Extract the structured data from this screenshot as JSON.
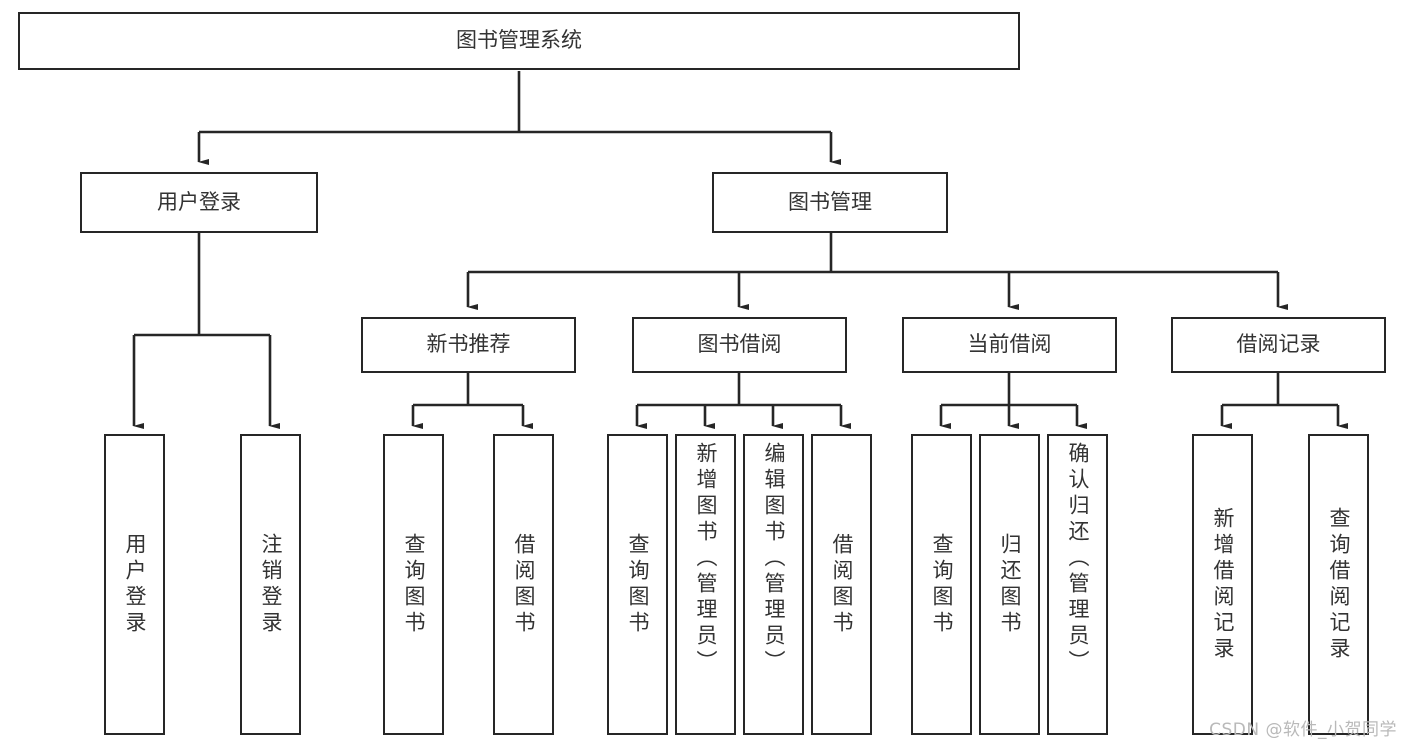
{
  "diagram": {
    "type": "tree-hierarchy",
    "title": "图书管理系统",
    "watermark": "CSDN @软件_小贺同学",
    "colors": {
      "stroke": "#262626",
      "text": "#333333",
      "background": "#ffffff",
      "watermark": "#b9b9b9"
    },
    "root": {
      "id": "root",
      "label": "图书管理系统"
    },
    "level1": [
      {
        "id": "user-login",
        "label": "用户登录"
      },
      {
        "id": "book-management",
        "label": "图书管理"
      }
    ],
    "level2": [
      {
        "id": "new-book-recommend",
        "label": "新书推荐",
        "parent": "book-management"
      },
      {
        "id": "book-borrow",
        "label": "图书借阅",
        "parent": "book-management"
      },
      {
        "id": "current-borrow",
        "label": "当前借阅",
        "parent": "book-management"
      },
      {
        "id": "borrow-record",
        "label": "借阅记录",
        "parent": "book-management"
      }
    ],
    "leaves": [
      {
        "id": "leaf-user-login",
        "label": "用户登录",
        "parent": "user-login"
      },
      {
        "id": "leaf-logout-login",
        "label": "注销登录",
        "parent": "user-login"
      },
      {
        "id": "leaf-query-books-1",
        "label": "查询图书",
        "parent": "new-book-recommend"
      },
      {
        "id": "leaf-borrow-books-1",
        "label": "借阅图书",
        "parent": "new-book-recommend"
      },
      {
        "id": "leaf-query-books-2",
        "label": "查询图书",
        "parent": "book-borrow"
      },
      {
        "id": "leaf-add-book-admin",
        "label": "新增图书（管理员）",
        "parent": "book-borrow"
      },
      {
        "id": "leaf-edit-book-admin",
        "label": "编辑图书（管理员）",
        "parent": "book-borrow"
      },
      {
        "id": "leaf-borrow-books-2",
        "label": "借阅图书",
        "parent": "book-borrow"
      },
      {
        "id": "leaf-query-books-3",
        "label": "查询图书",
        "parent": "current-borrow"
      },
      {
        "id": "leaf-return-books",
        "label": "归还图书",
        "parent": "current-borrow"
      },
      {
        "id": "leaf-confirm-return-admin",
        "label": "确认归还（管理员）",
        "parent": "current-borrow"
      },
      {
        "id": "leaf-add-borrow-record",
        "label": "新增借阅记录",
        "parent": "borrow-record"
      },
      {
        "id": "leaf-query-borrow-record",
        "label": "查询借阅记录",
        "parent": "borrow-record"
      }
    ]
  }
}
